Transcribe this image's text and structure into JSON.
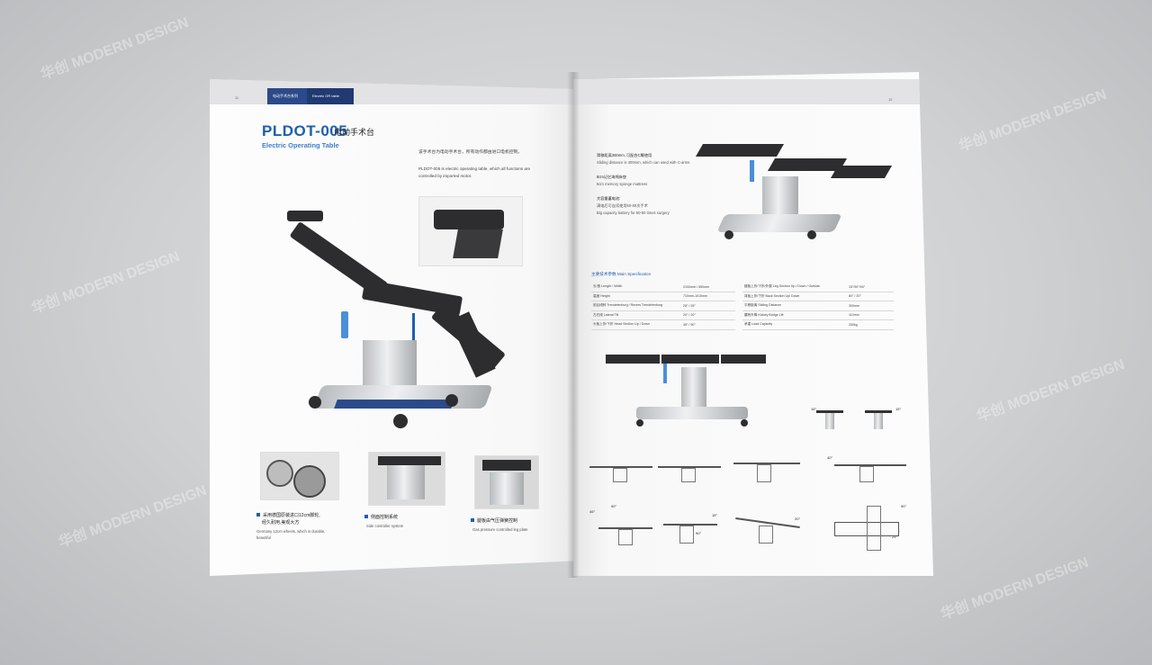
{
  "left": {
    "page_no": "11",
    "tab_cn": "电动手术台系列",
    "tab_en": "Electric OR table series",
    "title_model": "PLDOT-005",
    "title_cn": "电动手术台",
    "subtitle": "Electric Operating Table",
    "intro_cn": "该手术台为电动手术台，所有动作都由进口电机控制。",
    "intro_en_1": "PLDOT-005 is electric operating table, which all functions are",
    "intro_en_2": "controlled by imported motor.",
    "features": [
      {
        "cn_1": "采用德国原装进口12cm脚轮,",
        "cn_2": "经久耐用,美观大方",
        "en_1": "Germany 12cm wheels, which is durable,",
        "en_2": "beautiful"
      },
      {
        "cn_1": "侧面控制系统",
        "en_1": "Side controller system"
      },
      {
        "cn_1": "腿板由气压弹簧控制",
        "en_1": "Gas pressure controlled leg plate"
      }
    ]
  },
  "right": {
    "page_no": "12",
    "notes": [
      {
        "cn": "滑移距离300mm, 可配合C臂使用",
        "en": "Sliding distance is 300mm, which can used with C-arms"
      },
      {
        "cn": "8cm记忆海绵床垫",
        "en": "8cm memory sponge mattress"
      },
      {
        "cn": "大容量蓄电池:",
        "cn_2": "满电后可连续使用50-80次手术",
        "en": "Big capacity battery for 50-80 times surgery"
      }
    ],
    "spec_title": "主要技术参数 Main Specification",
    "spec_left": [
      [
        "长/宽 Length / Width",
        "2100mm / 550mm"
      ],
      [
        "高度 Height",
        "710mm-1010mm"
      ],
      [
        "前后倾斜 Trendelenburg / Revers Trendelenburg",
        "25° / 25°"
      ],
      [
        "左右倾 Lateral Tilt",
        "20° / 20°"
      ],
      [
        "头板上折/下折 Head Section Up / Down",
        "45° / 90°"
      ]
    ],
    "spec_right": [
      [
        "腿板上折/下折/外展 Leg Section Up / Down / Outside",
        "15°/90°/90°"
      ],
      [
        "背板上折/下折 Back Section Up/ Down",
        "80° / 20°"
      ],
      [
        "平移距离 Sliding Distance",
        "300mm"
      ],
      [
        "腰桥升降 Kidney Bridge Lift",
        "110mm"
      ],
      [
        "承重 Load Capacity",
        "250kg"
      ]
    ],
    "angles": [
      "15°",
      "15°",
      "40°",
      "45°",
      "90°",
      "15°",
      "20°",
      "90°",
      "90°",
      "25°",
      "20°",
      "90°"
    ]
  },
  "watermark": "华创 MODERN DESIGN",
  "colors": {
    "brand_blue": "#1e5fae",
    "tab_navy": "#2c4a8a",
    "table_black": "#2d2d2f"
  }
}
